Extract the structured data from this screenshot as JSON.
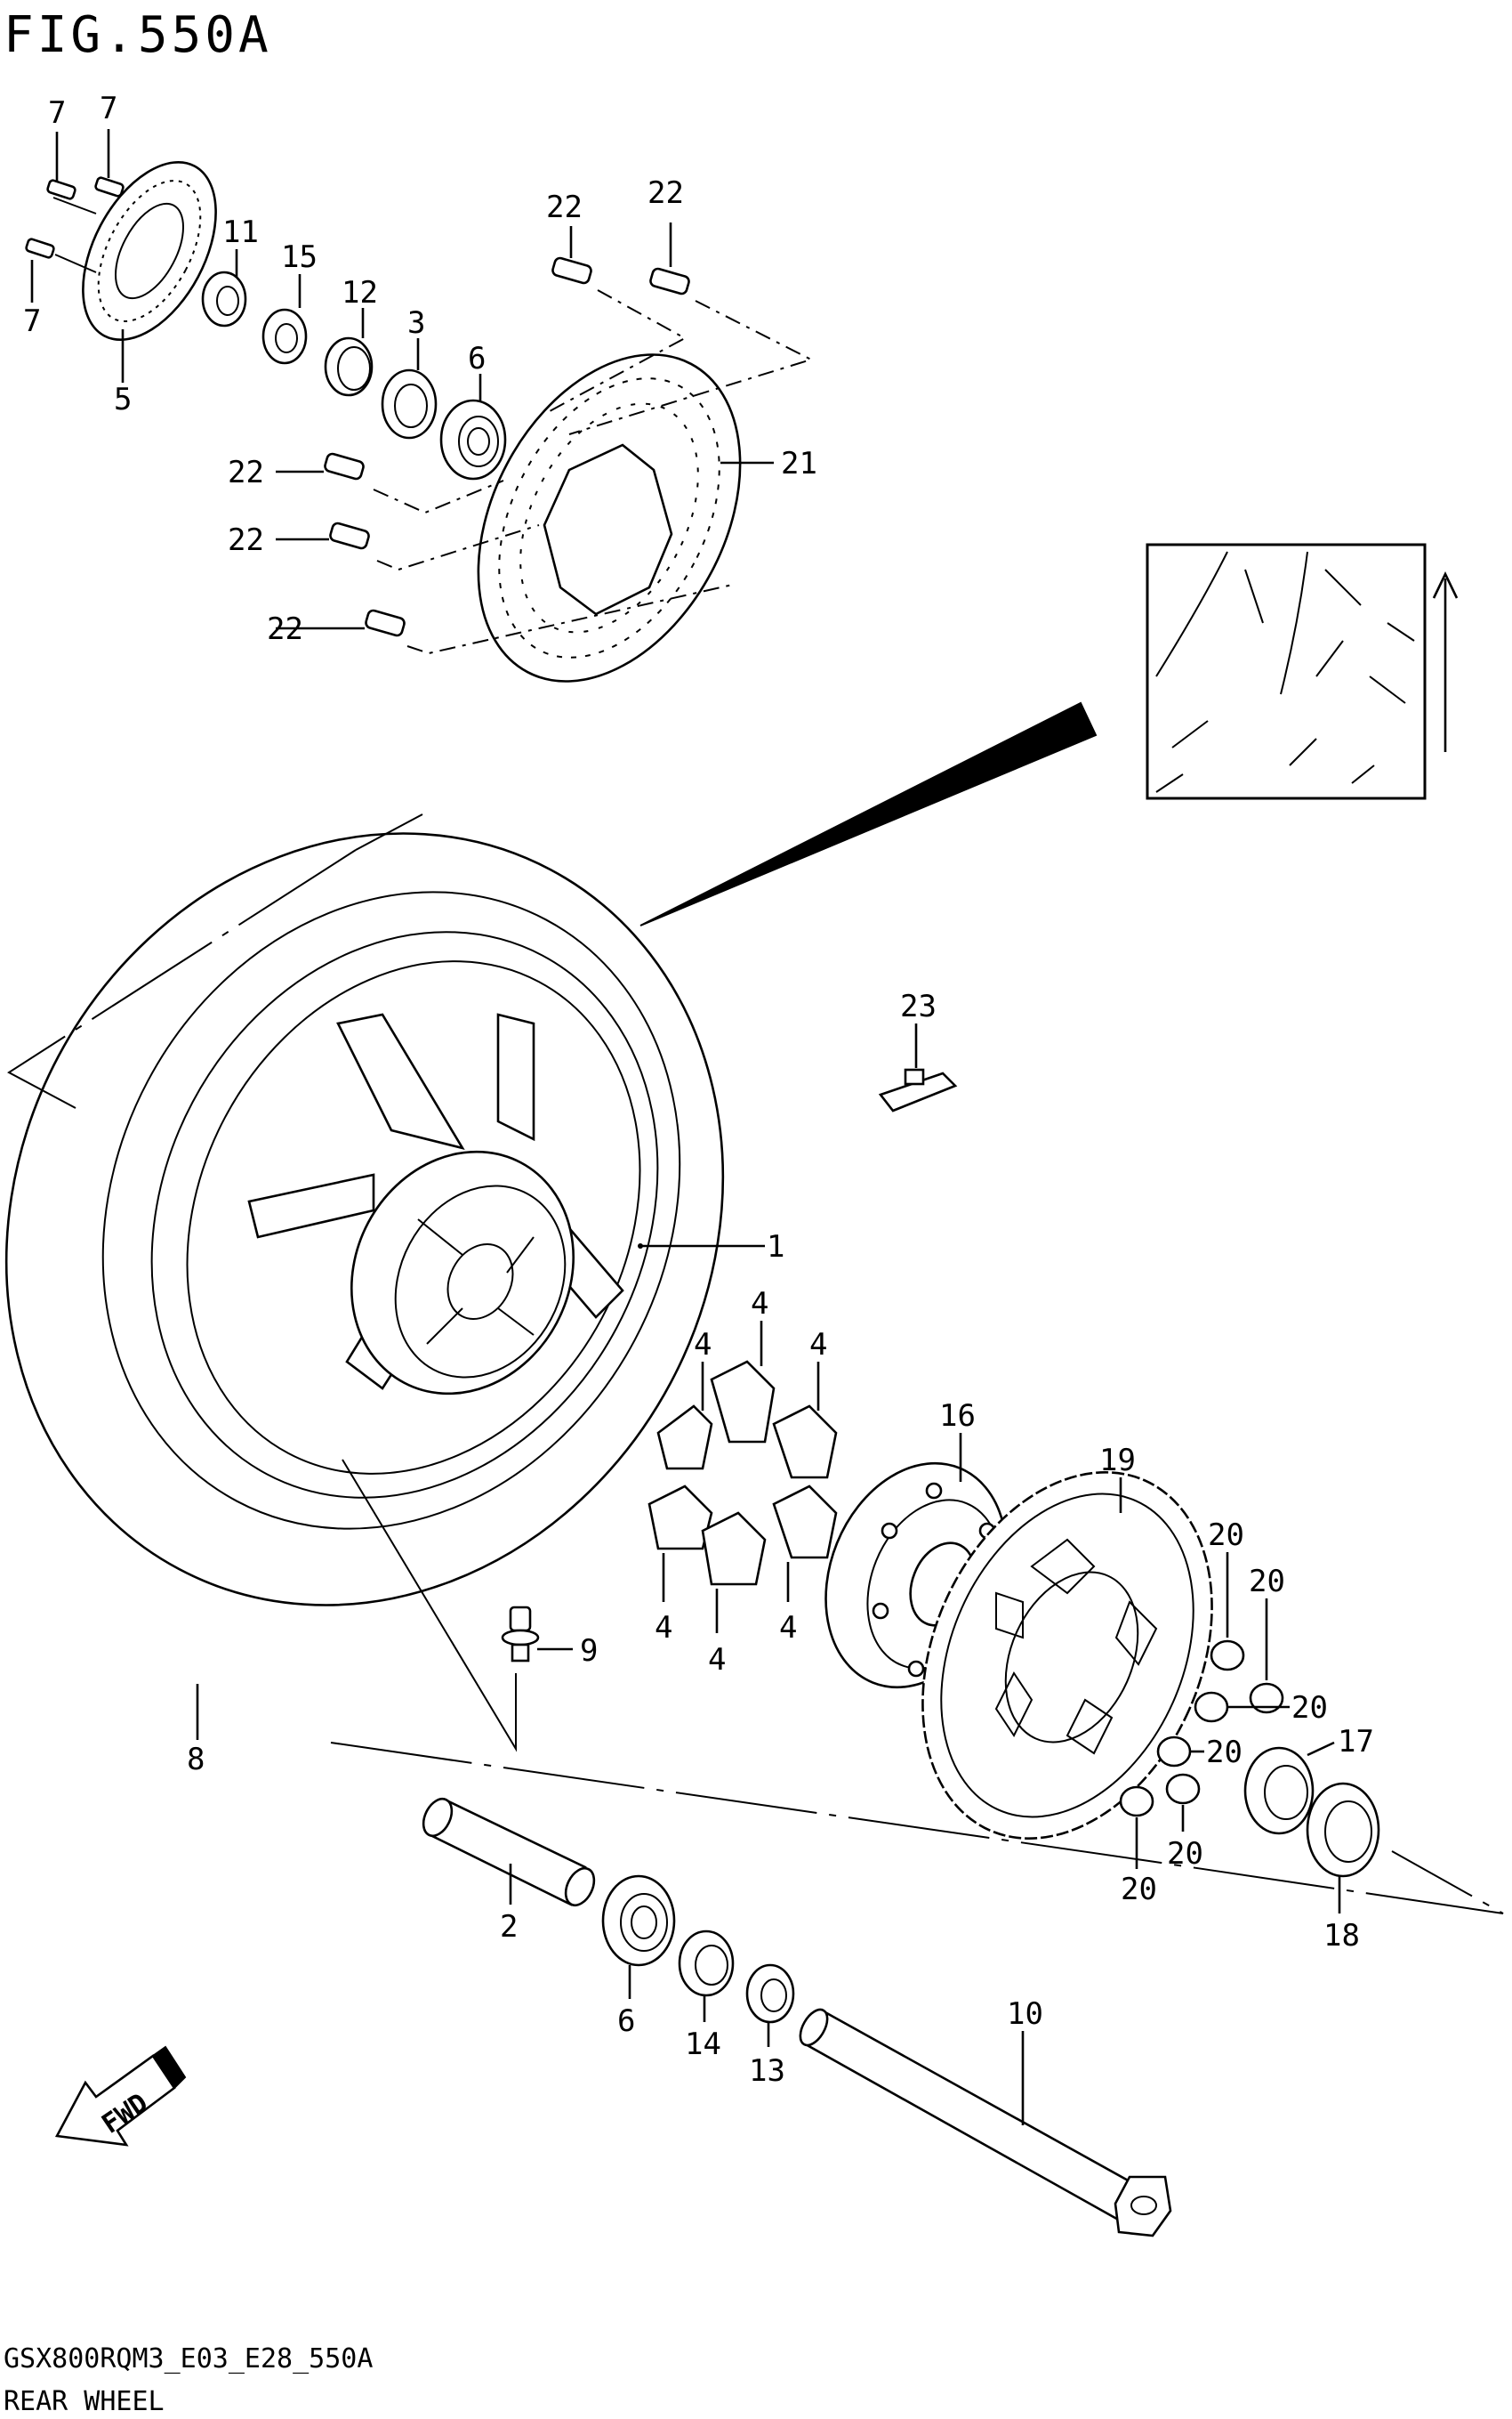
{
  "figure": {
    "title": "FIG.550A",
    "model_code": "GSX800RQM3_E03_E28_550A",
    "section_name": "REAR WHEEL"
  },
  "direction_marker": {
    "label": "FWD",
    "icon": "fwd-arrow-icon"
  },
  "callouts": [
    {
      "id": "c7a",
      "label": "7"
    },
    {
      "id": "c7b",
      "label": "7"
    },
    {
      "id": "c7c",
      "label": "7"
    },
    {
      "id": "c5",
      "label": "5"
    },
    {
      "id": "c11",
      "label": "11"
    },
    {
      "id": "c15",
      "label": "15"
    },
    {
      "id": "c12",
      "label": "12"
    },
    {
      "id": "c3",
      "label": "3"
    },
    {
      "id": "c6a",
      "label": "6"
    },
    {
      "id": "c22a",
      "label": "22"
    },
    {
      "id": "c22b",
      "label": "22"
    },
    {
      "id": "c22c",
      "label": "22"
    },
    {
      "id": "c22d",
      "label": "22"
    },
    {
      "id": "c22e",
      "label": "22"
    },
    {
      "id": "c21",
      "label": "21"
    },
    {
      "id": "c23",
      "label": "23"
    },
    {
      "id": "c1",
      "label": "1"
    },
    {
      "id": "c4a",
      "label": "4"
    },
    {
      "id": "c4b",
      "label": "4"
    },
    {
      "id": "c4c",
      "label": "4"
    },
    {
      "id": "c4d",
      "label": "4"
    },
    {
      "id": "c4e",
      "label": "4"
    },
    {
      "id": "c4f",
      "label": "4"
    },
    {
      "id": "c16",
      "label": "16"
    },
    {
      "id": "c19",
      "label": "19"
    },
    {
      "id": "c20a",
      "label": "20"
    },
    {
      "id": "c20b",
      "label": "20"
    },
    {
      "id": "c20c",
      "label": "20"
    },
    {
      "id": "c20d",
      "label": "20"
    },
    {
      "id": "c20e",
      "label": "20"
    },
    {
      "id": "c20f",
      "label": "20"
    },
    {
      "id": "c17",
      "label": "17"
    },
    {
      "id": "c18",
      "label": "18"
    },
    {
      "id": "c9",
      "label": "9"
    },
    {
      "id": "c8",
      "label": "8"
    },
    {
      "id": "c2",
      "label": "2"
    },
    {
      "id": "c6b",
      "label": "6"
    },
    {
      "id": "c14",
      "label": "14"
    },
    {
      "id": "c13",
      "label": "13"
    },
    {
      "id": "c10",
      "label": "10"
    }
  ]
}
